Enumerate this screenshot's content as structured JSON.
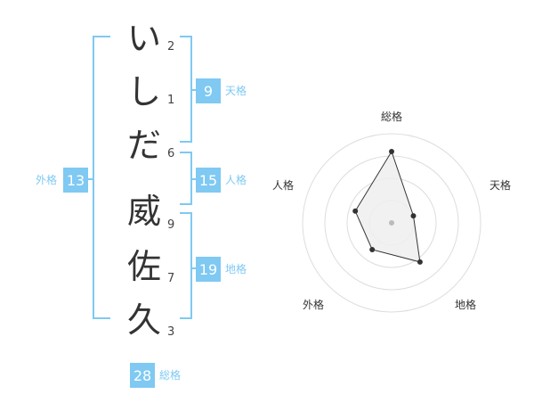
{
  "name": {
    "characters": [
      "い",
      "し",
      "だ",
      "威",
      "佐",
      "久"
    ],
    "strokes": [
      "2",
      "1",
      "6",
      "9",
      "7",
      "3"
    ]
  },
  "fortune": {
    "tenkaku": {
      "label": "天格",
      "value": "9"
    },
    "jinkaku": {
      "label": "人格",
      "value": "15"
    },
    "chikaku": {
      "label": "地格",
      "value": "19"
    },
    "gaikaku": {
      "label": "外格",
      "value": "13"
    },
    "soukaku": {
      "label": "総格",
      "value": "28"
    }
  },
  "colors": {
    "accent": "#7fc9f3",
    "box_text": "#ffffff",
    "label": "#7fc9f3",
    "radar_fill": "#eeeeee",
    "radar_line": "#333333",
    "grid": "#dddddd"
  },
  "chart_data": {
    "type": "radar",
    "axes": [
      "総格",
      "天格",
      "地格",
      "外格",
      "人格"
    ],
    "values": [
      28,
      9,
      19,
      13,
      15
    ],
    "rings": 4
  }
}
